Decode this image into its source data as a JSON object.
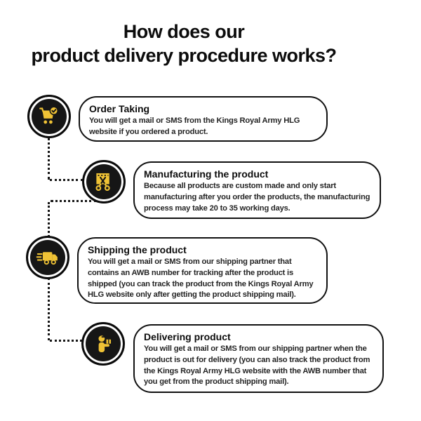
{
  "title": {
    "line1": "How does our",
    "line2": "product delivery procedure works?"
  },
  "colors": {
    "accent_yellow": "#EFC235",
    "ink_black": "#0d0d0d",
    "circle_fill": "#161616",
    "card_border": "#111111",
    "background": "#ffffff"
  },
  "steps": [
    {
      "icon": "cart-check-icon",
      "title": "Order Taking",
      "body": "You will get a mail or SMS from the Kings Royal Army HLG website if you ordered a product."
    },
    {
      "icon": "scissors-fabric-icon",
      "title": "Manufacturing the product",
      "body": "Because all products are custom made and only start manufacturing after you order the products, the manufacturing process may take 20 to 35  working days."
    },
    {
      "icon": "delivery-truck-icon",
      "title": "Shipping the product",
      "body": "You will get a mail or SMS from our shipping partner that contains an AWB number for tracking after the product is shipped (you can track the product from the Kings Royal Army HLG website only after getting the product shipping mail)."
    },
    {
      "icon": "delivery-person-icon",
      "title": "Delivering product",
      "body": "You will get a mail or SMS from our shipping partner when the product is out for delivery (you can also track the product from the Kings Royal Army HLG website with the AWB number that you get from the product shipping mail)."
    }
  ]
}
